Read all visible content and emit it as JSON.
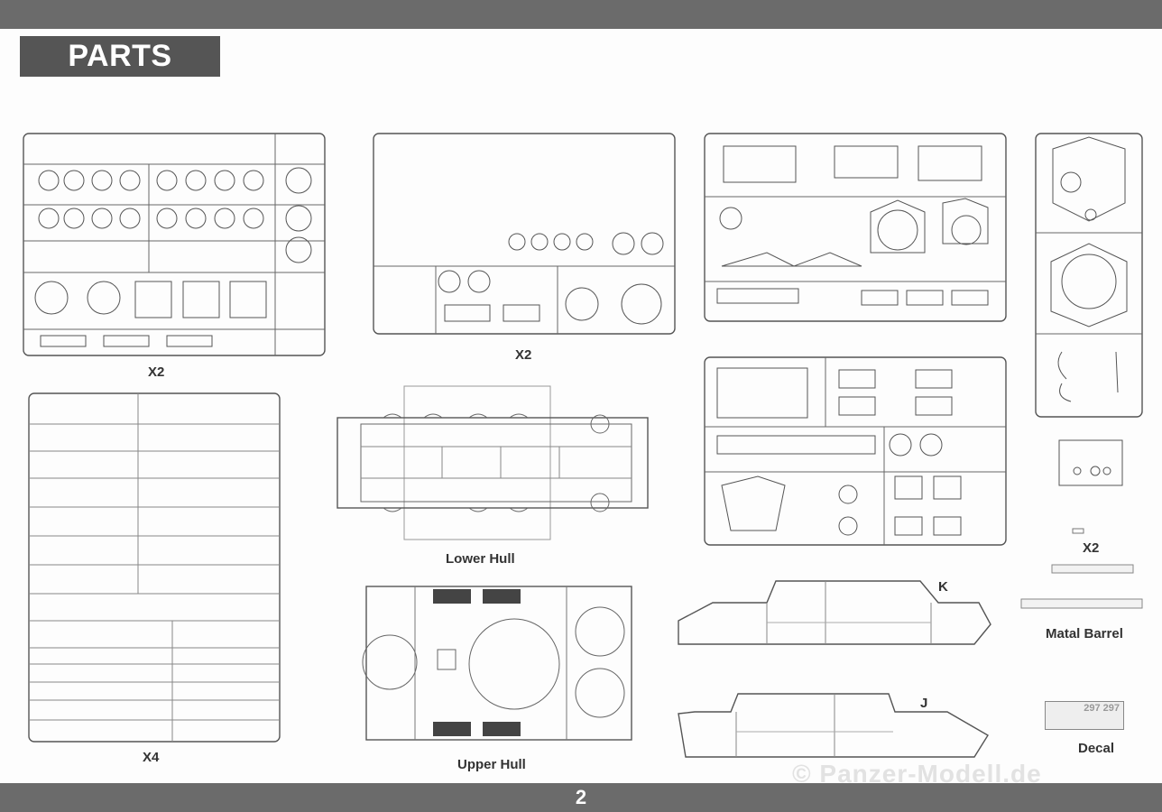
{
  "header": {
    "title": "PARTS"
  },
  "footer": {
    "page_number": "2"
  },
  "labels": {
    "sprue_a_count": "X2",
    "sprue_b_count": "X2",
    "sprue_tracks_count": "X4",
    "lower_hull": "Lower Hull",
    "upper_hull": "Upper Hull",
    "hull_side_k": "K",
    "hull_side_j": "J",
    "barrel_count": "X2",
    "metal_barrel": "Matal Barrel",
    "decal": "Decal"
  },
  "decal_text": "297 297",
  "watermark": "© Panzer-Modell.de"
}
